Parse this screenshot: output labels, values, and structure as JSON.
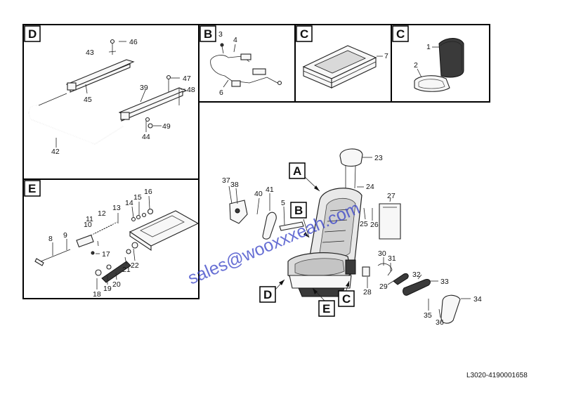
{
  "panels": {
    "D": {
      "letter": "D",
      "labels": [
        "42",
        "43",
        "44",
        "45",
        "46",
        "47",
        "48",
        "49",
        "39"
      ]
    },
    "B": {
      "letter": "B",
      "labels": [
        "3",
        "4",
        "6"
      ]
    },
    "C1": {
      "letter": "C",
      "labels": [
        "7"
      ]
    },
    "C2": {
      "letter": "C",
      "labels": [
        "1",
        "2"
      ]
    },
    "E": {
      "letter": "E",
      "labels": [
        "8",
        "9",
        "10",
        "11",
        "12",
        "13",
        "14",
        "15",
        "16",
        "17",
        "18",
        "19",
        "20",
        "21",
        "22"
      ]
    }
  },
  "main": {
    "callouts": {
      "A": "A",
      "B": "B",
      "C": "C",
      "D": "D",
      "E": "E"
    },
    "labels": [
      "23",
      "24",
      "25",
      "26",
      "27",
      "28",
      "29",
      "30",
      "31",
      "32",
      "33",
      "34",
      "35",
      "36",
      "37",
      "38",
      "40",
      "41",
      "5"
    ]
  },
  "watermark": "sales@wooxxxeah.com",
  "drawing_code": "L3020-4190001658"
}
